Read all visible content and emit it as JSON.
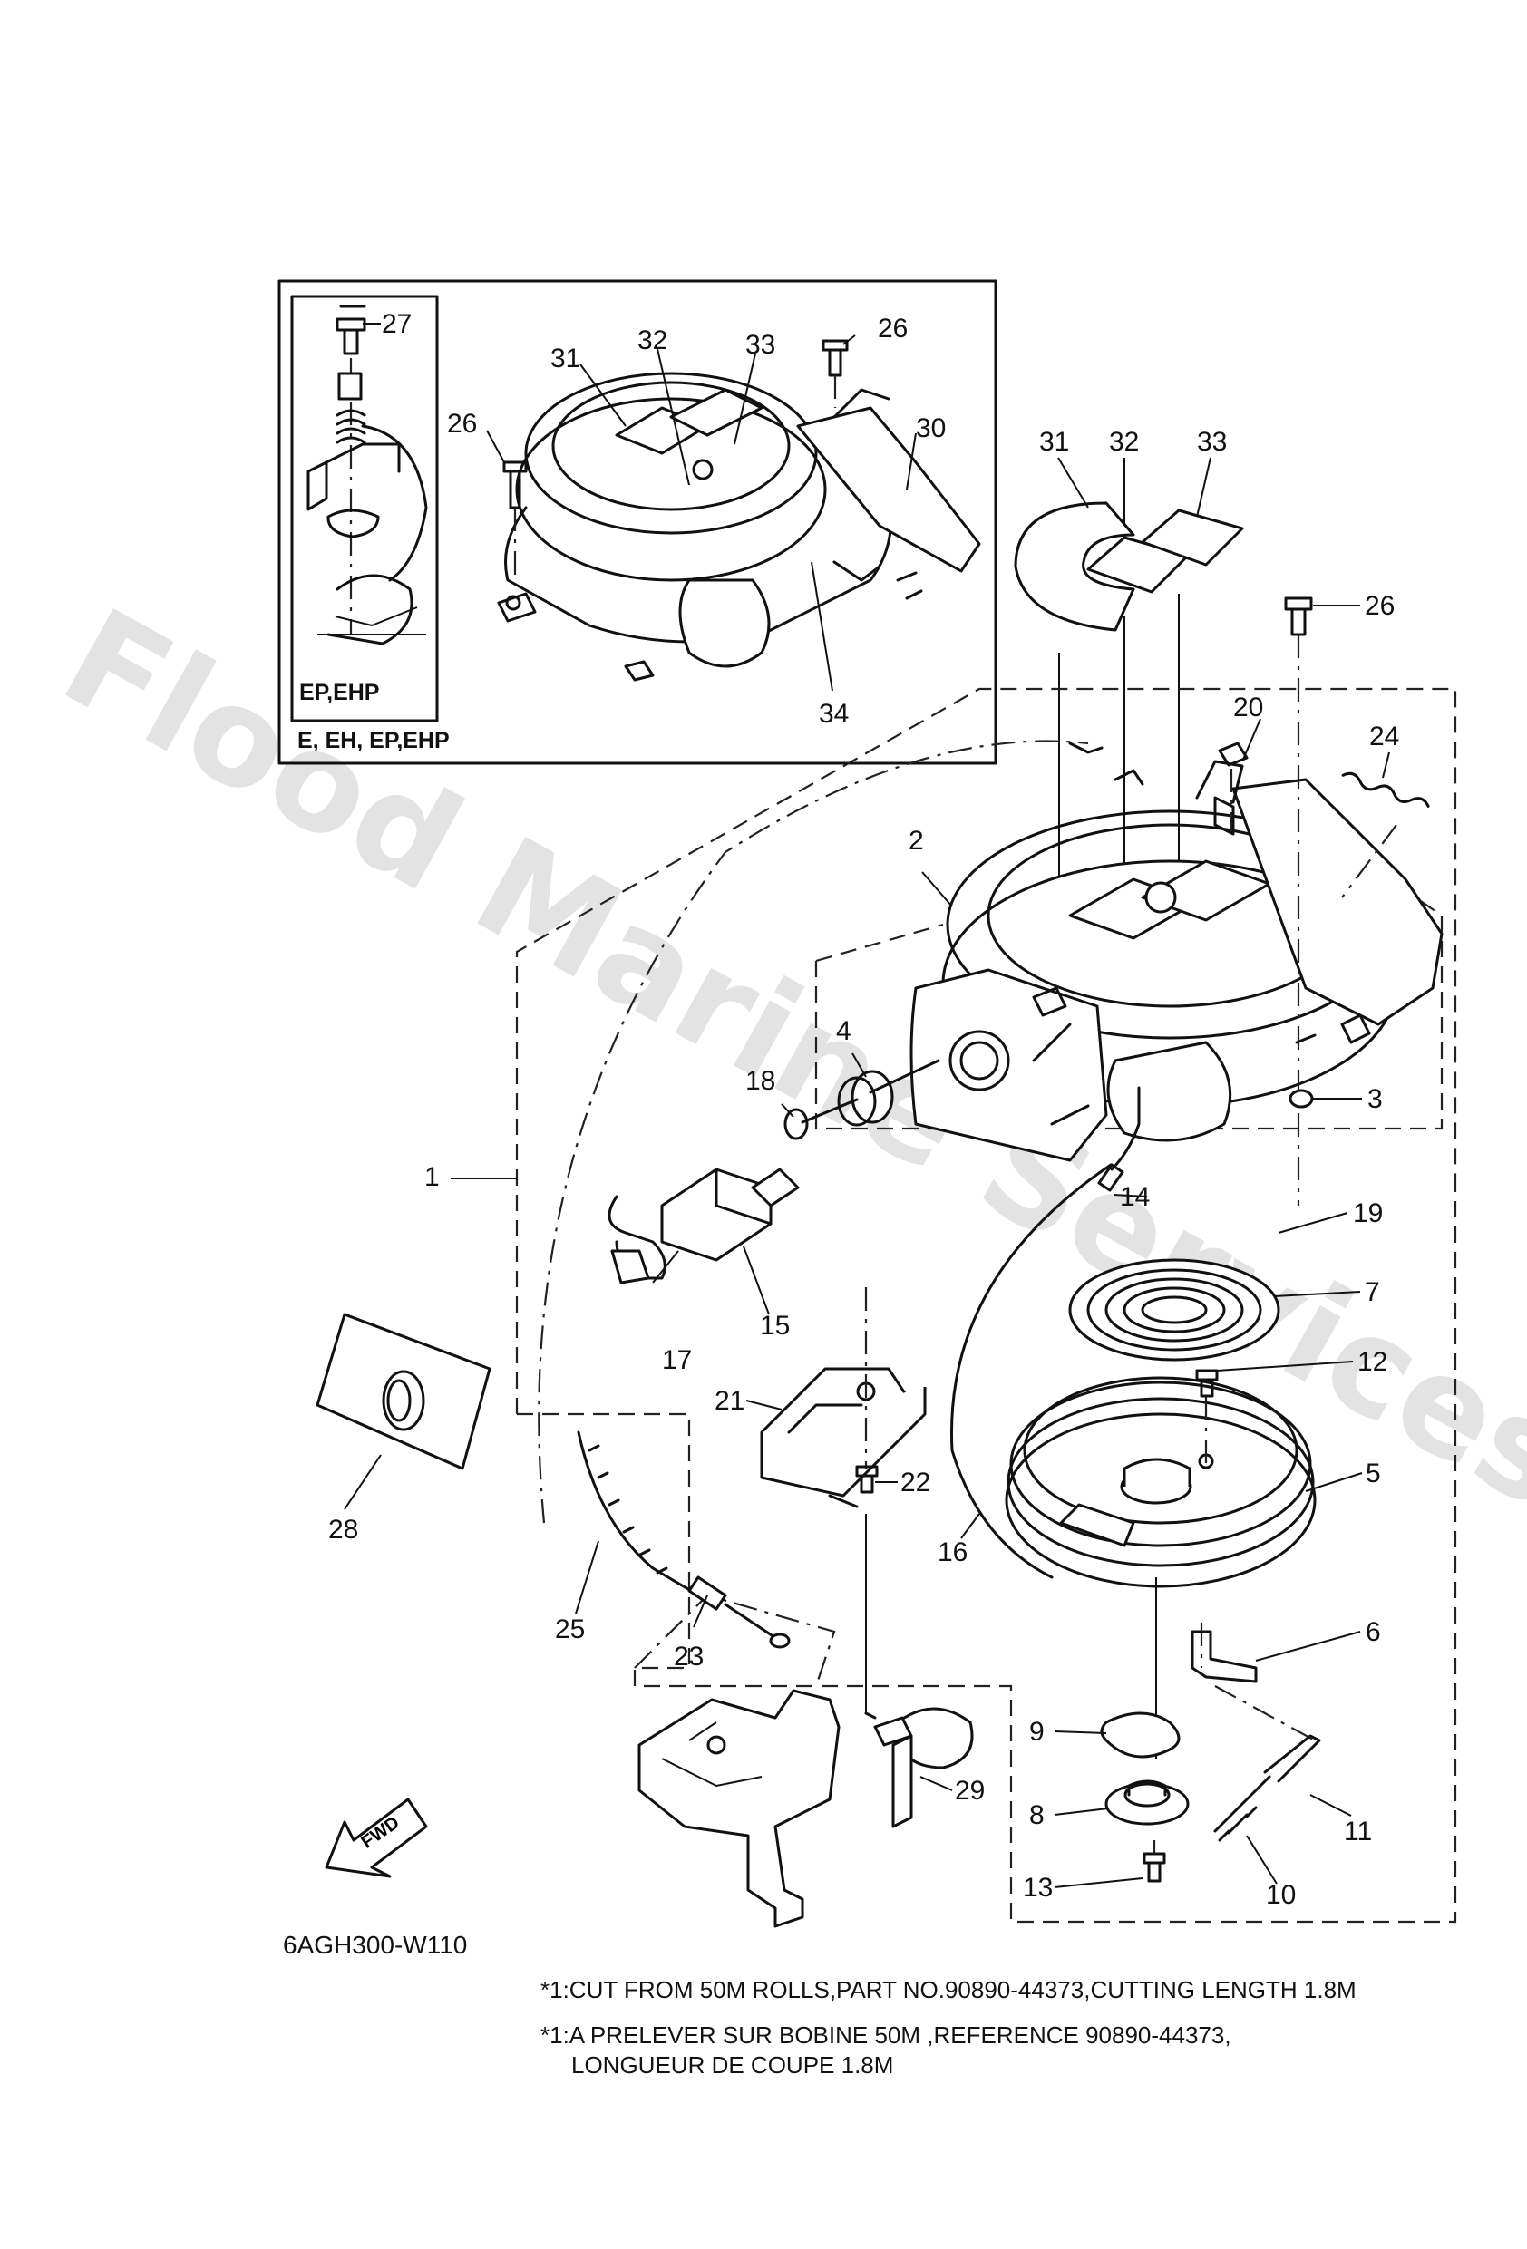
{
  "watermark": "Flood Marine Services",
  "inset": {
    "label_inner": "EP,EHP",
    "label_outer": "E, EH, EP,EHP"
  },
  "fwd_label": "FWD",
  "diagram_code": "6AGH300-W110",
  "notes": [
    "*1:CUT FROM 50M ROLLS,PART NO.90890-44373,CUTTING LENGTH 1.8M",
    "*1:A PRELEVER SUR BOBINE 50M ,REFERENCE 90890-44373,",
    "LONGUEUR DE COUPE 1.8M"
  ],
  "callouts": [
    "1",
    "2",
    "3",
    "4",
    "5",
    "6",
    "7",
    "8",
    "9",
    "10",
    "11",
    "12",
    "13",
    "14",
    "15",
    "16",
    "17",
    "18",
    "19",
    "20",
    "21",
    "22",
    "23",
    "24",
    "25",
    "26",
    "27",
    "28",
    "29",
    "30",
    "31",
    "32",
    "33",
    "34"
  ],
  "inset_callouts": [
    "27",
    "26",
    "31",
    "32",
    "33",
    "26",
    "30",
    "34"
  ]
}
